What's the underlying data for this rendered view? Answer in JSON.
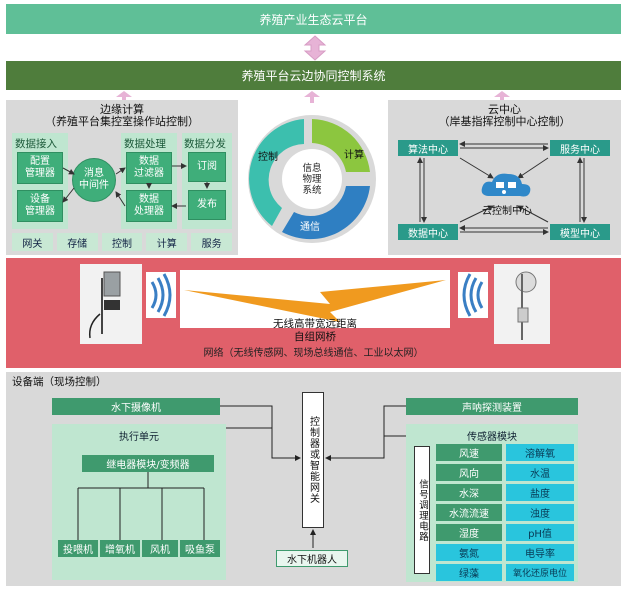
{
  "top": {
    "industry_platform": "养殖产业生态云平台",
    "cloud_edge": "养殖平台云边协同控制系统"
  },
  "edge": {
    "title_line1": "边缘计算",
    "title_line2": "（养殖平台集控室操作站控制）",
    "data_access": "数据接入",
    "config_mgr": "配置\n管理器",
    "device_mgr": "设备\n管理器",
    "middleware": "消息\n中间件",
    "data_process": "数据处理",
    "data_filter": "数据\n过滤器",
    "data_processor": "数据\n处理器",
    "data_dispatch": "数据分发",
    "subscribe": "订阅",
    "publish": "发布",
    "footer": [
      "网关",
      "存储",
      "控制",
      "计算",
      "服务"
    ]
  },
  "cps": {
    "center": "信息\n物理\n系统",
    "control": "控制",
    "compute": "计算",
    "comm": "通信"
  },
  "cloud": {
    "title_line1": "云中心",
    "title_line2": "（岸基指挥控制中心控制）",
    "algo": "算法中心",
    "service": "服务中心",
    "data": "数据中心",
    "model": "模型中心",
    "center": "云控制中心"
  },
  "network": {
    "bridge_line1": "无线高带宽远距离",
    "bridge_line2": "自组网桥",
    "label": "网络（无线传感网、现场总线通信、工业以太网）"
  },
  "device": {
    "title": "设备端（现场控制）",
    "camera": "水下摄像机",
    "exec_unit": "执行单元",
    "relay": "继电器模块/变频器",
    "actuators": [
      "投喂机",
      "增氧机",
      "风机",
      "吸鱼泵"
    ],
    "gateway": "控制器或智能网关",
    "robot": "水下机器人",
    "sonar": "声呐探测装置",
    "sensor_module": "传感器模块",
    "signal_circuit": "信号调理电路",
    "sensors_left": [
      "风速",
      "风向",
      "水深",
      "水流流速",
      "湿度",
      "氨氮",
      "绿藻"
    ],
    "sensors_right": [
      "溶解氧",
      "水温",
      "盐度",
      "浊度",
      "pH值",
      "电导率",
      "氧化还原电位"
    ]
  }
}
